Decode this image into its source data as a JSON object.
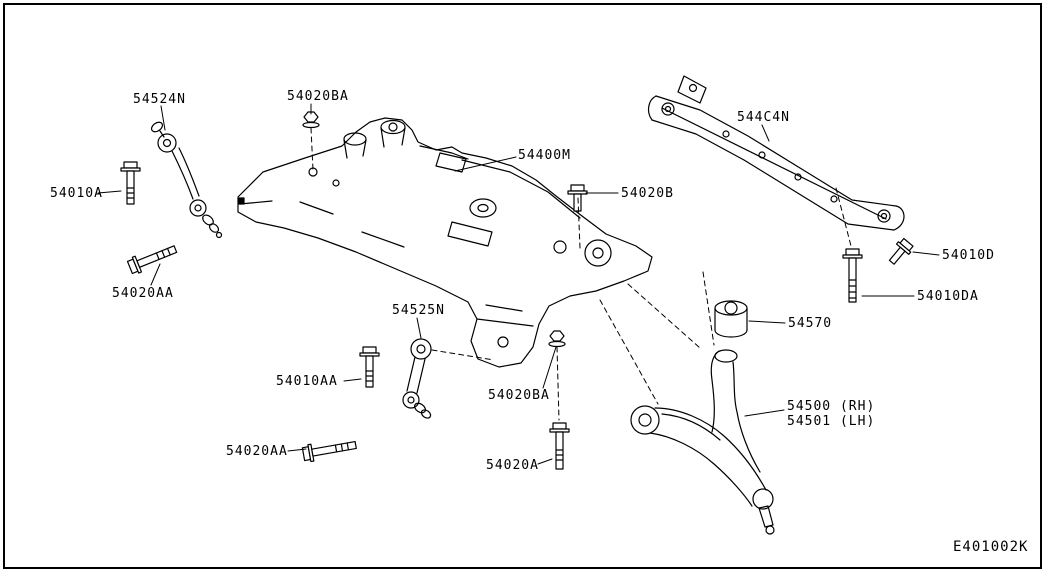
{
  "page": {
    "background_color": "#ffffff",
    "line_color": "#000000"
  },
  "diagram": {
    "drawing_code": "E401002K",
    "labels": [
      "54524N",
      "54020BA",
      "544C4N",
      "54400M",
      "54010A",
      "54020B",
      "54010D",
      "54020AA",
      "54010DA",
      "54525N",
      "54570",
      "54010AA",
      "54020BA",
      "54500 (RH)",
      "54501 (LH)",
      "54020AA",
      "54020A"
    ]
  }
}
